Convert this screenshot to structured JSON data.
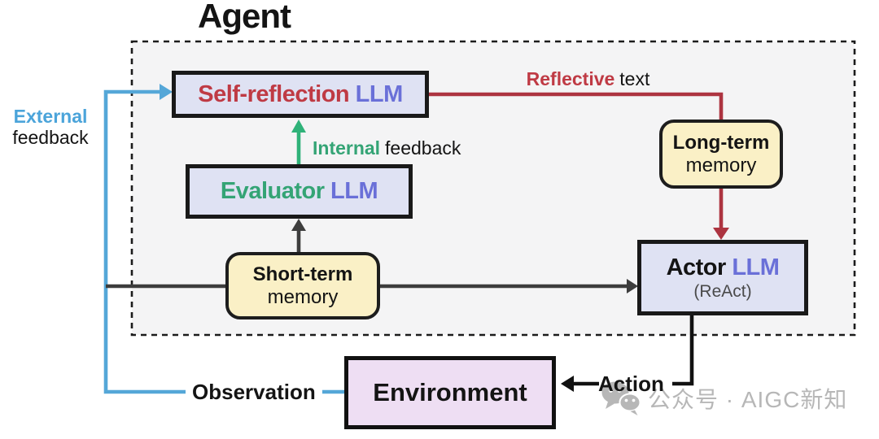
{
  "title": "Agent",
  "boxes": {
    "self_reflection": {
      "primary": "Self-reflection",
      "secondary": "LLM"
    },
    "evaluator": {
      "primary": "Evaluator",
      "secondary": "LLM"
    },
    "actor": {
      "primary": "Actor",
      "secondary": "LLM",
      "sub": "(ReAct)"
    },
    "short_term": {
      "line1": "Short-term",
      "line2": "memory"
    },
    "long_term": {
      "line1": "Long-term",
      "line2": "memory"
    },
    "environment": {
      "label": "Environment"
    }
  },
  "labels": {
    "external": {
      "colored": "External",
      "plain": "feedback"
    },
    "internal": {
      "colored": "Internal",
      "plain": "feedback"
    },
    "reflective": {
      "colored": "Reflective",
      "plain": "text"
    },
    "observation": "Observation",
    "action": "Action"
  },
  "watermark": {
    "icon": "wechat-icon",
    "text": "公众号 · AIGC新知"
  },
  "colors": {
    "red_text": "#bf3a44",
    "red_line": "#ad3440",
    "green_text": "#34a475",
    "green_line": "#2fb279",
    "blue_text": "#4ba4da",
    "blue_line": "#55a7d8",
    "purple_text": "#6a70d8",
    "dark_line": "#3d3d3d",
    "black_line": "#111111",
    "lavender_bg": "#dfe2f3",
    "yellow_bg": "#faf0c6",
    "pink_bg": "#eedef3",
    "agent_bg": "#f4f4f5",
    "watermark_gray": "#b7b7b7"
  }
}
